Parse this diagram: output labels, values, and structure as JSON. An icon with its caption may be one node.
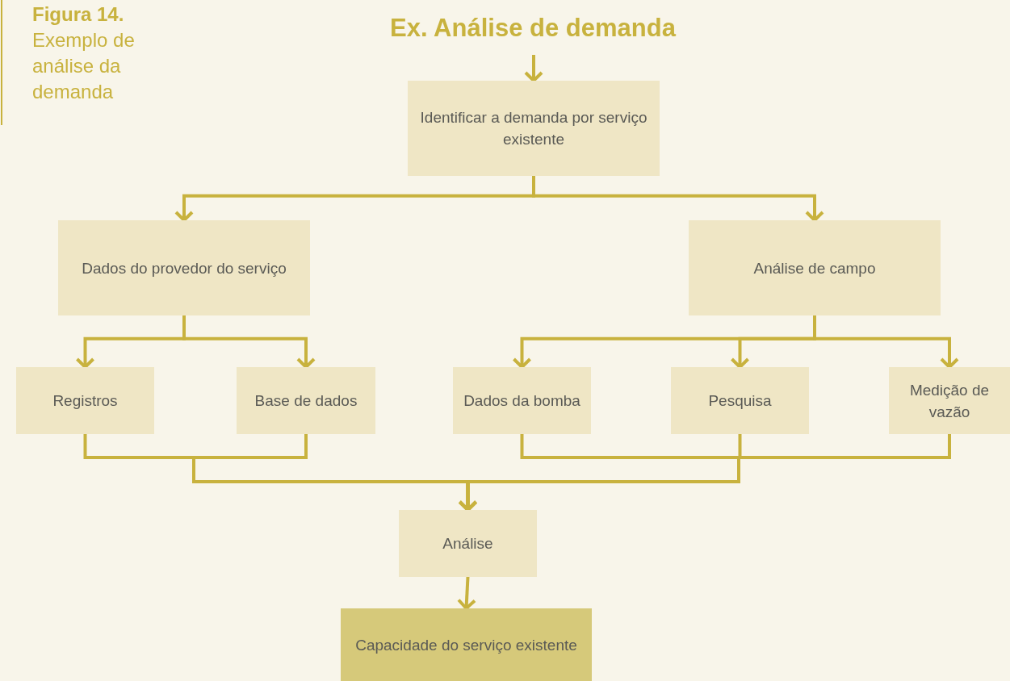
{
  "diagram": {
    "title": "Ex. Análise de demanda",
    "caption": "**Figura 14.** Exemplo de análise da demanda",
    "nodes": [
      {
        "text": [
          "Identificar a demanda por serviço existente"
        ]
      },
      {
        "text": [
          "Dados do provedor do serviço"
        ]
      },
      {
        "text": [
          "Análise de campo"
        ]
      },
      {
        "text": [
          "Registros"
        ]
      },
      {
        "text": [
          "Base de dados"
        ]
      },
      {
        "text": [
          "Dados da bomba"
        ]
      },
      {
        "text": [
          "Pesquisa"
        ]
      },
      {
        "text": [
          "Medição de vazão"
        ]
      },
      {
        "text": [
          "Análise"
        ]
      },
      {
        "text": [
          "Capacidade do serviço existente"
        ]
      }
    ],
    "edges": [
      {
        "from": null,
        "to": 0,
        "arrow": "to"
      },
      {
        "from": 0,
        "to": 1,
        "arrow": "to"
      },
      {
        "from": 0,
        "to": 2,
        "arrow": "to"
      },
      {
        "from": 1,
        "to": 3,
        "arrow": "to"
      },
      {
        "from": 1,
        "to": 4,
        "arrow": "to"
      },
      {
        "from": 2,
        "to": 5,
        "arrow": "to"
      },
      {
        "from": 2,
        "to": 6,
        "arrow": "to"
      },
      {
        "from": 2,
        "to": 7,
        "arrow": "to"
      },
      {
        "from": 3,
        "to": 8,
        "arrow": "to"
      },
      {
        "from": 4,
        "to": 8,
        "arrow": "to"
      },
      {
        "from": 5,
        "to": 8,
        "arrow": "to"
      },
      {
        "from": 6,
        "to": 8,
        "arrow": "to"
      },
      {
        "from": 7,
        "to": 8,
        "arrow": "to"
      },
      {
        "from": 8,
        "to": 9,
        "arrow": "to"
      }
    ]
  }
}
